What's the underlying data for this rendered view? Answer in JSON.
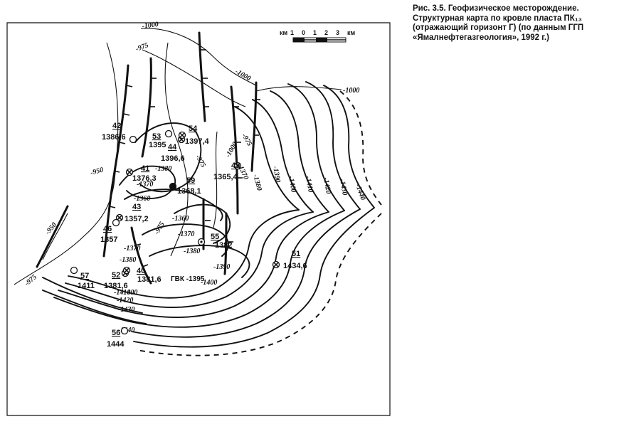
{
  "caption": {
    "line1": "Рис.   3.5.   Геофизическое   месторождение.",
    "line2": "Структурная карта по кровле пласта ПК₁₃",
    "line3": "(отражающий горизонт Г) (по данным ГГП",
    "line4": "«Ямалнефтегазгеология», 1992 г.)"
  },
  "scale_bar": {
    "unit_left": "км",
    "ticks": [
      "1",
      "0",
      "1",
      "2",
      "3"
    ],
    "unit_right": "км"
  },
  "contact_label": "ГВК -1395",
  "contour_labels": [
    "-1000",
    "-975",
    "-1000",
    "-1000",
    "-975",
    "-975",
    "-950",
    "-1380",
    "-1370",
    "-1360",
    "-1360",
    "-1370",
    "-1380",
    "-1390",
    "-1400",
    "-1410",
    "-1420",
    "-1430",
    "-1440",
    "-1370",
    "-1380",
    "-1390",
    "-1400",
    "-1400",
    "-1410",
    "-1420",
    "-1430",
    "-1440",
    "-950",
    "-975",
    "-975",
    "-1000",
    "-1370",
    "-1380"
  ],
  "wells": [
    {
      "id": "42",
      "value": "1386,6",
      "symbol": "open"
    },
    {
      "id": "53",
      "value": "1395",
      "symbol": "open"
    },
    {
      "id": "44",
      "value": "1396,6",
      "symbol": "crossed"
    },
    {
      "id": "54",
      "value": "1397,4",
      "symbol": "crossed"
    },
    {
      "id": "41",
      "value": "1376,3",
      "symbol": "crossed"
    },
    {
      "id": "59",
      "value": "1368,1",
      "symbol": "filled"
    },
    {
      "id": "45",
      "value": "1365,4",
      "symbol": "crossed"
    },
    {
      "id": "43",
      "value": "1357,2",
      "symbol": "crossed"
    },
    {
      "id": "46",
      "value": "1357",
      "symbol": "open"
    },
    {
      "id": "55",
      "value": "1382",
      "symbol": "dot"
    },
    {
      "id": "51",
      "value": "1434,6",
      "symbol": "crossed"
    },
    {
      "id": "57",
      "value": "1411",
      "symbol": "open"
    },
    {
      "id": "52",
      "value": "1381,6",
      "symbol": "crossed"
    },
    {
      "id": "40",
      "value": "1381,6",
      "symbol": "crossed"
    },
    {
      "id": "56",
      "value": "1444",
      "symbol": "open"
    }
  ]
}
